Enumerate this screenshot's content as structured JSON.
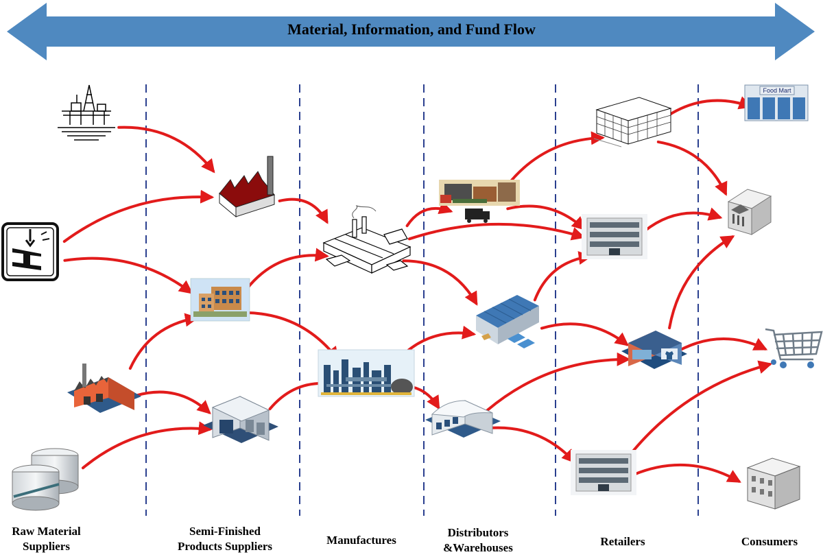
{
  "banner": {
    "title": "Material, Information, and Fund Flow",
    "color": "#4f89c0"
  },
  "colors": {
    "arrow": "#e21b1b",
    "divider": "#2a3f8f"
  },
  "stages": [
    {
      "id": "raw",
      "line1": "Raw Material",
      "line2": "Suppliers"
    },
    {
      "id": "semi",
      "line1": "Semi-Finished",
      "line2": "Products Suppliers"
    },
    {
      "id": "manu",
      "line1": "Manufactures",
      "line2": ""
    },
    {
      "id": "dist",
      "line1": "Distributors",
      "line2": "&Warehouses"
    },
    {
      "id": "retail",
      "line1": "Retailers",
      "line2": ""
    },
    {
      "id": "cons",
      "line1": "Consumers",
      "line2": ""
    }
  ],
  "nodes": [
    {
      "id": "oil-rig",
      "icon": "oil-rig-icon"
    },
    {
      "id": "steel-beam",
      "icon": "steel-beam-icon"
    },
    {
      "id": "raw-factory",
      "icon": "factory-icon"
    },
    {
      "id": "storage-tanks",
      "icon": "storage-tank-icon"
    },
    {
      "id": "semi-factory",
      "icon": "factory-icon"
    },
    {
      "id": "semi-office",
      "icon": "office-building-icon"
    },
    {
      "id": "semi-warehouse",
      "icon": "warehouse-icon"
    },
    {
      "id": "manu-plant",
      "icon": "industrial-plant-icon"
    },
    {
      "id": "manu-refinery",
      "icon": "refinery-icon"
    },
    {
      "id": "dist-trucks",
      "icon": "truck-depot-icon"
    },
    {
      "id": "dist-warehouse",
      "icon": "warehouse-icon"
    },
    {
      "id": "dist-center",
      "icon": "distribution-center-icon"
    },
    {
      "id": "retail-dept",
      "icon": "department-store-icon"
    },
    {
      "id": "retail-office",
      "icon": "office-building-icon"
    },
    {
      "id": "retail-shop",
      "icon": "shop-icon"
    },
    {
      "id": "retail-building",
      "icon": "office-building-icon"
    },
    {
      "id": "cons-foodmart",
      "icon": "store-front-icon",
      "sign": "Food Mart"
    },
    {
      "id": "cons-bank",
      "icon": "bank-icon"
    },
    {
      "id": "cons-cart",
      "icon": "shopping-cart-icon"
    },
    {
      "id": "cons-house",
      "icon": "apartment-icon"
    }
  ],
  "flows": [
    [
      "oil-rig",
      "semi-factory"
    ],
    [
      "steel-beam",
      "semi-factory"
    ],
    [
      "steel-beam",
      "semi-office"
    ],
    [
      "raw-factory",
      "semi-office"
    ],
    [
      "raw-factory",
      "semi-warehouse"
    ],
    [
      "storage-tanks",
      "semi-warehouse"
    ],
    [
      "semi-factory",
      "manu-plant"
    ],
    [
      "semi-office",
      "manu-plant"
    ],
    [
      "semi-office",
      "manu-refinery"
    ],
    [
      "semi-warehouse",
      "manu-refinery"
    ],
    [
      "manu-plant",
      "dist-trucks"
    ],
    [
      "manu-plant",
      "retail-office"
    ],
    [
      "manu-plant",
      "dist-warehouse"
    ],
    [
      "manu-refinery",
      "dist-warehouse"
    ],
    [
      "manu-refinery",
      "dist-center"
    ],
    [
      "dist-trucks",
      "retail-dept"
    ],
    [
      "dist-trucks",
      "retail-office"
    ],
    [
      "dist-warehouse",
      "retail-office"
    ],
    [
      "dist-warehouse",
      "retail-shop"
    ],
    [
      "dist-center",
      "retail-shop"
    ],
    [
      "dist-center",
      "retail-building"
    ],
    [
      "retail-dept",
      "cons-foodmart"
    ],
    [
      "retail-dept",
      "cons-bank"
    ],
    [
      "retail-office",
      "cons-bank"
    ],
    [
      "retail-shop",
      "cons-bank"
    ],
    [
      "retail-shop",
      "cons-cart"
    ],
    [
      "retail-building",
      "cons-cart"
    ],
    [
      "retail-building",
      "cons-house"
    ]
  ]
}
